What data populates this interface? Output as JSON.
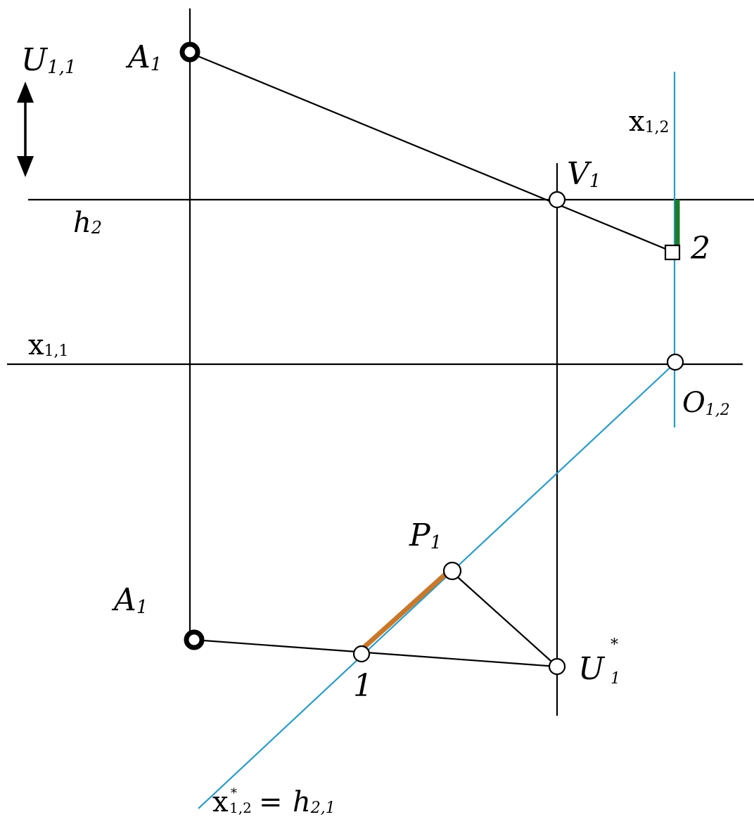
{
  "labels": {
    "u_vertical": "U",
    "u_vertical_sub": "1,1",
    "a1_top": "A",
    "a1_top_sub": "1",
    "x12_top": "x",
    "x12_top_sub": "1,2",
    "v1": "V",
    "v1_sub": "1",
    "h2": "h",
    "h2_sub": "2",
    "pt2": "2",
    "x11": "x",
    "x11_sub": "1,1",
    "o12": "O",
    "o12_sub": "1,2",
    "p1": "P",
    "p1_sub": "1",
    "a1_bottom": "A",
    "a1_bottom_sub": "1",
    "u1_star": "U",
    "u1_star_sup": "*",
    "u1_star_sub": "1",
    "pt1": "1",
    "bottom_eq_lhs": "x",
    "bottom_eq_lhs_sup": "*",
    "bottom_eq_lhs_sub": "1,2",
    "bottom_eq_sign": "=",
    "bottom_eq_rhs": "h",
    "bottom_eq_rhs_sub": "2,1"
  },
  "colors": {
    "line": "#000000",
    "blue_line": "#2b9bc4",
    "green_segment": "#1e7a2a",
    "orange_segment": "#c8782c"
  }
}
